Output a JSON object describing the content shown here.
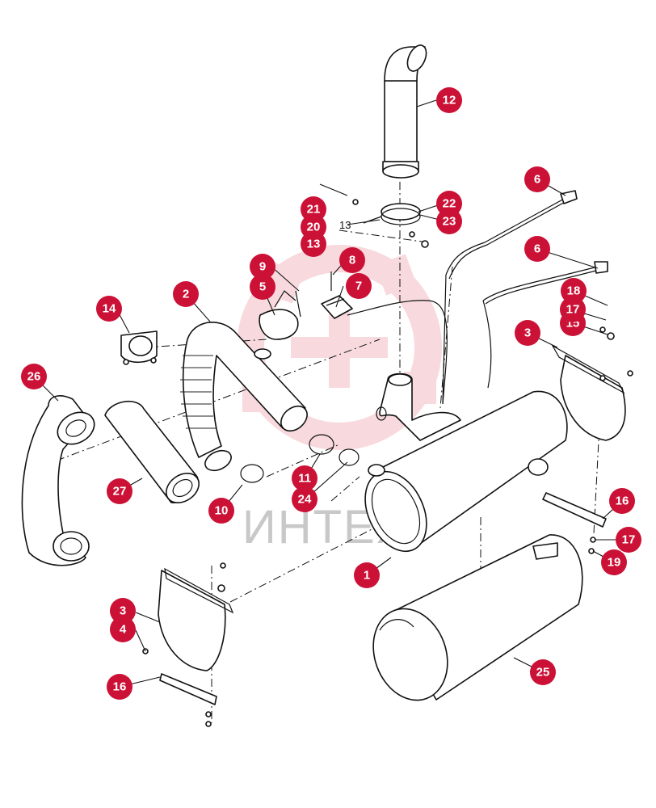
{
  "diagram": {
    "watermark_text": "ИНТЕХ",
    "plain_label": "13",
    "callouts": [
      {
        "id": "c1",
        "label": "1"
      },
      {
        "id": "c2",
        "label": "2"
      },
      {
        "id": "c3a",
        "label": "3"
      },
      {
        "id": "c3b",
        "label": "3"
      },
      {
        "id": "c4",
        "label": "4"
      },
      {
        "id": "c5",
        "label": "5"
      },
      {
        "id": "c6a",
        "label": "6"
      },
      {
        "id": "c6b",
        "label": "6"
      },
      {
        "id": "c7",
        "label": "7"
      },
      {
        "id": "c8",
        "label": "8"
      },
      {
        "id": "c9",
        "label": "9"
      },
      {
        "id": "c10",
        "label": "10"
      },
      {
        "id": "c11",
        "label": "11"
      },
      {
        "id": "c12",
        "label": "12"
      },
      {
        "id": "c13",
        "label": "13"
      },
      {
        "id": "c14",
        "label": "14"
      },
      {
        "id": "c15",
        "label": "15"
      },
      {
        "id": "c16a",
        "label": "16"
      },
      {
        "id": "c16b",
        "label": "16"
      },
      {
        "id": "c17a",
        "label": "17"
      },
      {
        "id": "c17b",
        "label": "17"
      },
      {
        "id": "c18",
        "label": "18"
      },
      {
        "id": "c19",
        "label": "19"
      },
      {
        "id": "c20",
        "label": "20"
      },
      {
        "id": "c21",
        "label": "21"
      },
      {
        "id": "c22",
        "label": "22"
      },
      {
        "id": "c23",
        "label": "23"
      },
      {
        "id": "c24",
        "label": "24"
      },
      {
        "id": "c25",
        "label": "25"
      },
      {
        "id": "c26",
        "label": "26"
      },
      {
        "id": "c27",
        "label": "27"
      }
    ],
    "colors": {
      "callout": "#cc1136",
      "watermark": "#e8a0a8"
    }
  }
}
